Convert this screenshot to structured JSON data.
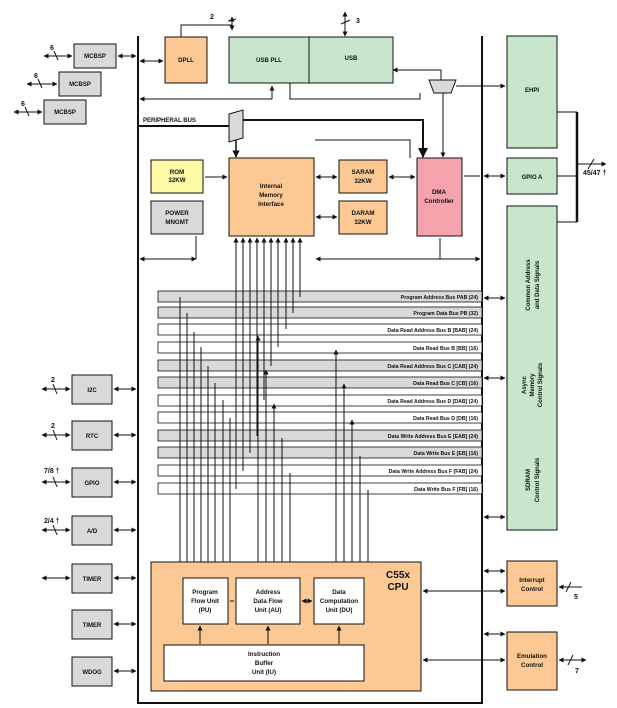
{
  "blocks": {
    "mcbsp": "MCBSP",
    "dpll": "DPLL",
    "usb_pll": "USB PLL",
    "usb": "USB",
    "ehpi": "EHPI",
    "gpio_a": "GPIO A",
    "rom": [
      "ROM",
      "32KW"
    ],
    "power": [
      "POWER",
      "MNGMT"
    ],
    "imi": [
      "Internal",
      "Memory",
      "Interface"
    ],
    "saram": [
      "SARAM",
      "32KW"
    ],
    "daram": [
      "DARAM",
      "32KW"
    ],
    "dma": [
      "DMA",
      "Controller"
    ],
    "peripheral_bus": "PERIPHERAL BUS",
    "i2c": "I2C",
    "rtc": "RTC",
    "gpio": "GPIO",
    "ad": "A/D",
    "timer": "TIMER",
    "wdog": "WDOG",
    "cpu_title": [
      "C55x",
      "CPU"
    ],
    "pu": [
      "Program",
      "Flow Unit",
      "(PU)"
    ],
    "au": [
      "Address",
      "Data Flow",
      "Unit (AU)"
    ],
    "du": [
      "Data",
      "Computation",
      "Unit (DU)"
    ],
    "iu": [
      "Instruction",
      "Buffer",
      "Unit (IU)"
    ],
    "interrupt": [
      "Interrupt",
      "Control"
    ],
    "emulation": [
      "Emulation",
      "Control"
    ],
    "side_labels": {
      "common": [
        "Common Address",
        "and Data Signals"
      ],
      "async": [
        "Async",
        "Memory",
        "Control Signals"
      ],
      "sdram": [
        "SDRAM",
        "Control Signals"
      ]
    }
  },
  "buses": [
    "Program Address Bus PAB (24)",
    "Program Data Bus PB (32)",
    "Data Read Address Bus B [BAB] (24)",
    "Data Read Bus B [BB] (16)",
    "Data Read Address Bus C [CAB] (24)",
    "Data Read Bus C [CB] (16)",
    "Data Read Address Bus D [DAB] (24)",
    "Data Read Bus D [DB] (16)",
    "Data Write Address Bus E [EAB] (24)",
    "Data Write Bus E [EB] (16)",
    "Data Write Address Bus F [FAB] (24)",
    "Data Write Bus F [FB] (16)"
  ],
  "signal_counts": {
    "mcbsp": "6",
    "dpll": "2",
    "usb": "3",
    "gpio_a": "45/47 †",
    "i2c": "2",
    "rtc": "2",
    "gpio": "7/8 †",
    "ad": "2/4 †",
    "interrupt": "5",
    "emulation": "7"
  },
  "colors": {
    "orange": "#fcc994",
    "green": "#c7e6cc",
    "yellow": "#fdf9a5",
    "pink": "#f6a3ad",
    "gray": "#d9d9d9"
  }
}
